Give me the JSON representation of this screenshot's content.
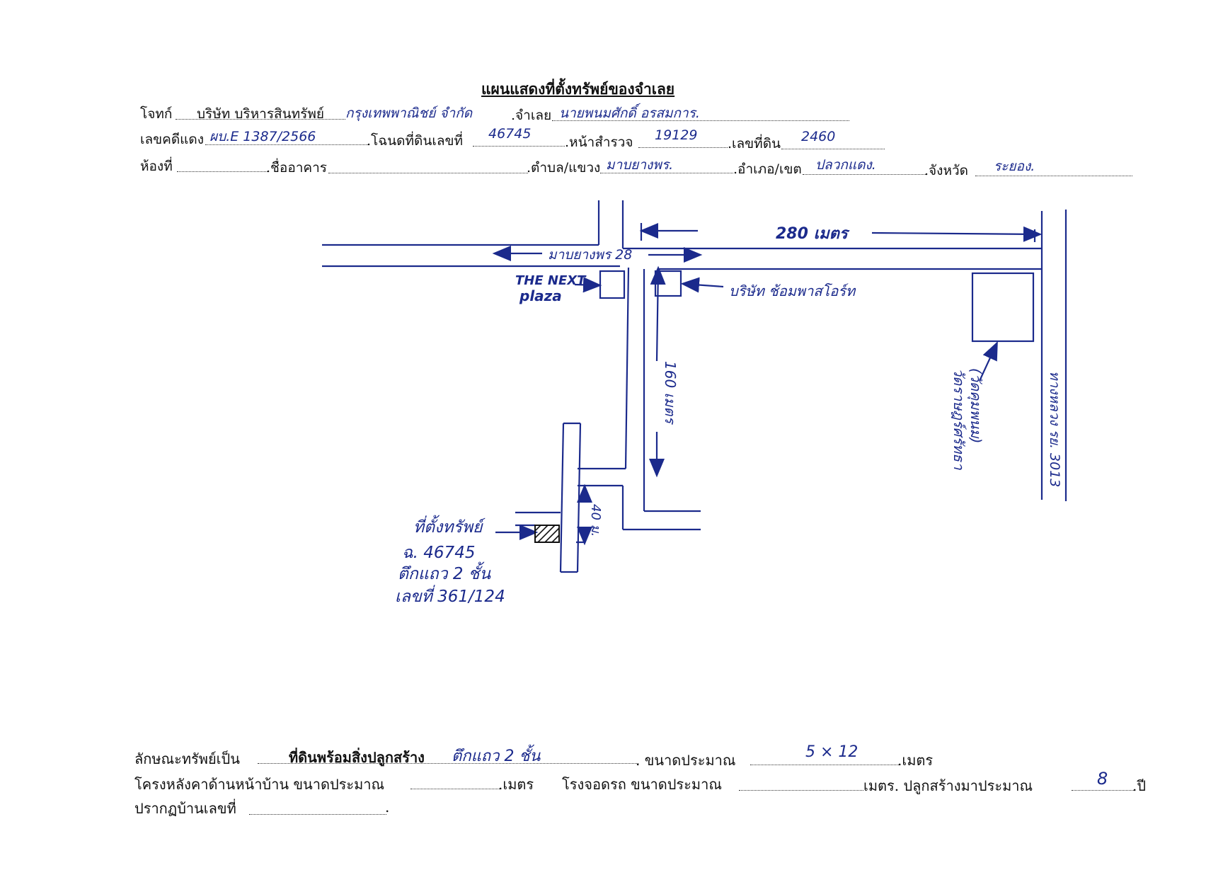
{
  "header": {
    "title": "แผนแสดงที่ตั้งทรัพย์ของจำเลย",
    "plaintiff_label": "โจทก์",
    "plaintiff_value": "บริษัท บริหารสินทรัพย์",
    "plaintiff_handwritten": "กรุงเทพพาณิชย์ จำกัด",
    "defendant_label": ".จำเลย",
    "defendant_value": "นายพนมศักดิ์ อรสมการ.",
    "case_label": "เลขคดีแดง",
    "case_value": "ผบ.E 1387/2566",
    "deed_label": ".โฉนดที่ดินเลขที่",
    "deed_value": "46745",
    "survey_label": ".หน้าสำรวจ",
    "survey_value": "19129",
    "land_no_label": ".เลขที่ดิน",
    "land_no_value": "2460",
    "room_label": "ห้องที่",
    "building_label": ".ชื่ออาคาร",
    "subdistrict_label": ".ตำบล/แขวง",
    "subdistrict_value": "มาบยางพร.",
    "district_label": ".อำเภอ/เขต",
    "district_value": "ปลวกแดง.",
    "province_label": ".จังหวัด",
    "province_value": "ระยอง."
  },
  "map": {
    "distance_top": "280 เมตร",
    "soi_label": "มาบยางพร 28",
    "next_plaza_1": "THE NEXT",
    "next_plaza_2": "plaza",
    "company_label": "บริษัท ช้อมพาสโอร์ท",
    "distance_vertical": "160 เมตร",
    "temple_label_1": "วัดราษฎร์ศรัทธา",
    "temple_label_2": "(วัดคุมพนม)",
    "road_label": "ทางหลวง รย. 3013",
    "distance_small": "40 ม.",
    "property_1": "ที่ตั้งทรัพย์",
    "property_2": "ฉ. 46745",
    "property_3": "ตึกแถว 2 ชั้น",
    "property_4": "เลขที่ 361/124"
  },
  "footer": {
    "nature_label": "ลักษณะทรัพย์เป็น",
    "nature_value": "ที่ดินพร้อมสิ่งปลูกสร้าง",
    "nature_handwritten": "ตึกแถว 2 ชั้น",
    "size_label": ". ขนาดประมาณ",
    "size_value": "5 × 12",
    "size_unit": ".เมตร",
    "roof_label": "โครงหลังคาด้านหน้าบ้าน ขนาดประมาณ",
    "roof_unit": ".เมตร",
    "garage_label": "โรงจอดรถ ขนาดประมาณ",
    "garage_unit": "เมตร. ปลูกสร้างมาประมาณ",
    "years_value": "8",
    "years_unit": ".ปี",
    "house_no_label": "ปรากฏบ้านเลขที่",
    "house_no_end": "."
  },
  "colors": {
    "ink": "#1b2a8c",
    "print": "#111111"
  }
}
